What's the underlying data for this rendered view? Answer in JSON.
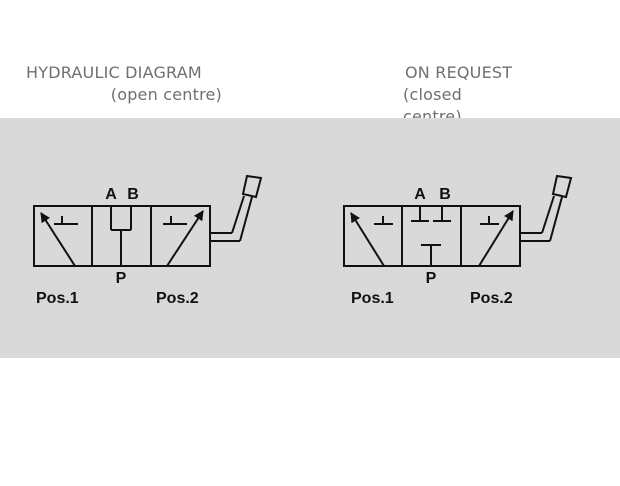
{
  "left": {
    "title": "HYDRAULIC DIAGRAM",
    "subtitle": "(open centre)",
    "port_a": "A",
    "port_b": "B",
    "port_p": "P",
    "pos1": "Pos.1",
    "pos2": "Pos.2"
  },
  "right": {
    "title": "ON REQUEST",
    "subtitle": "(closed centre)",
    "port_a": "A",
    "port_b": "B",
    "port_p": "P",
    "pos1": "Pos.1",
    "pos2": "Pos.2"
  },
  "colors": {
    "panel": "#d9d9d9",
    "heading": "#6f6f6f",
    "ink": "#111111"
  }
}
